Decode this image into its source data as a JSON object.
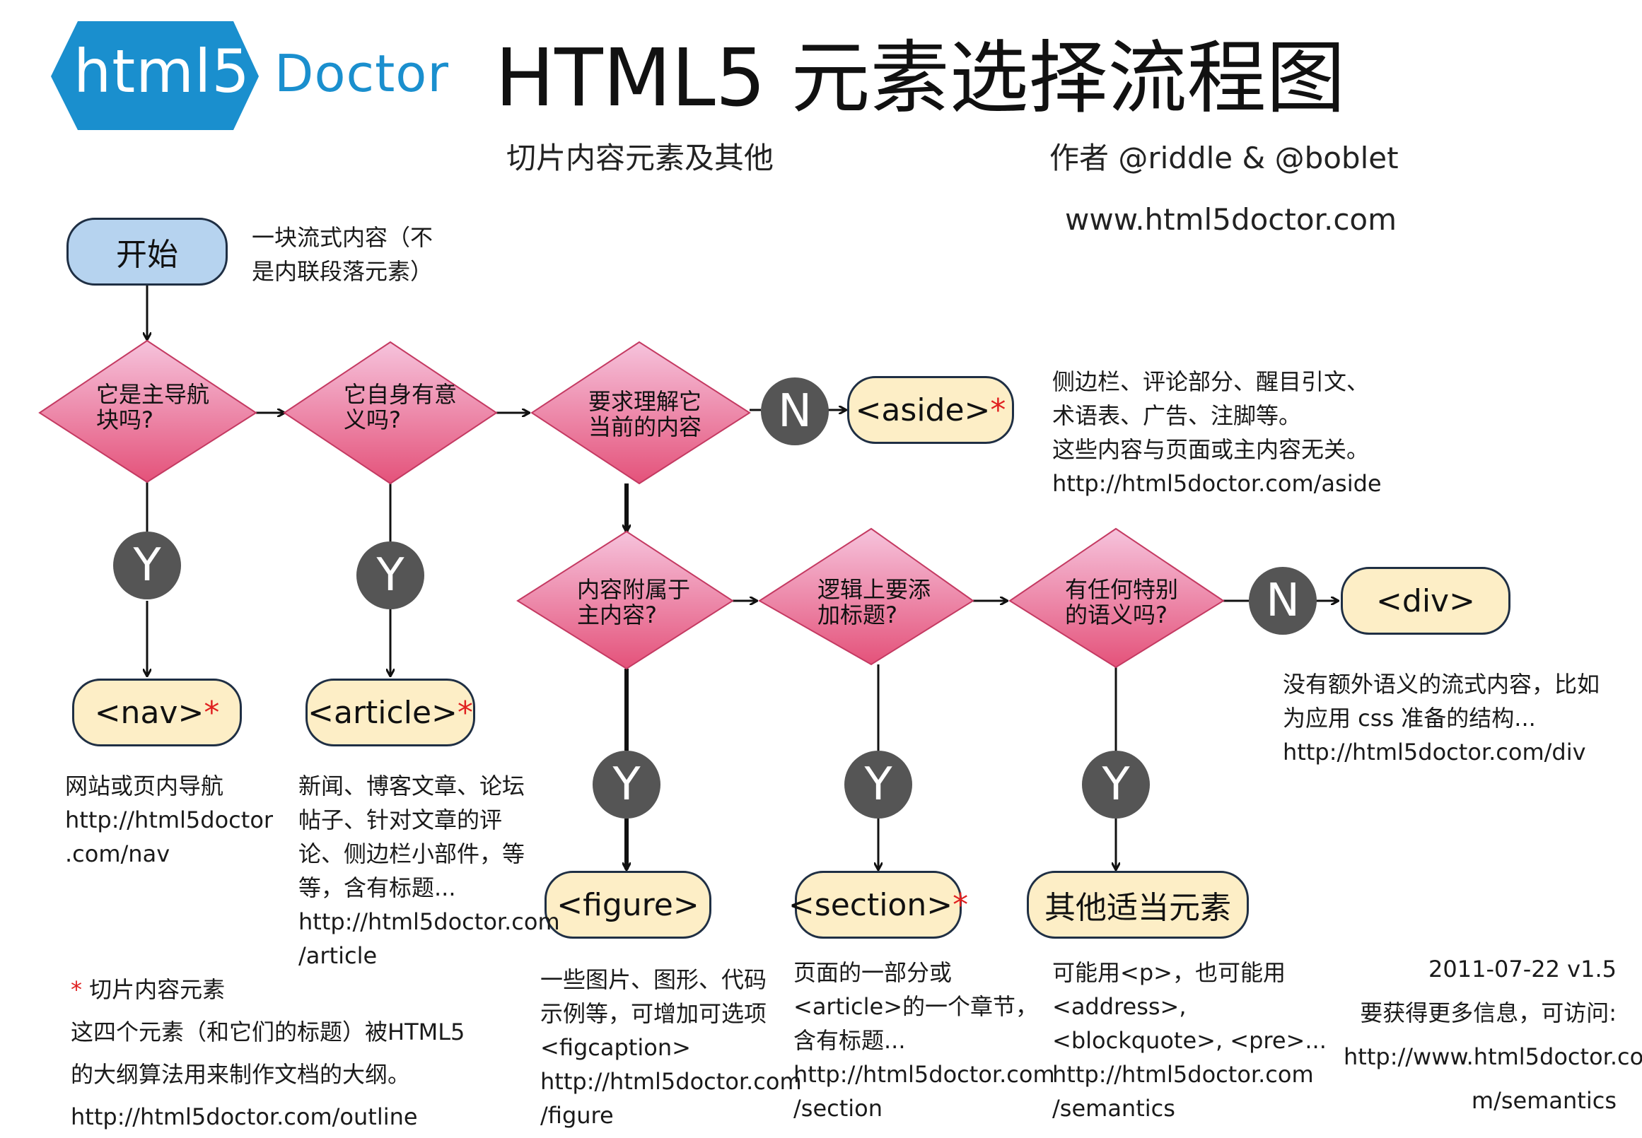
{
  "logo": {
    "badge_text": "html5",
    "doctor_text": "Doctor",
    "badge_color": "#1a8fce"
  },
  "title": "HTML5 元素选择流程图",
  "subtitle_left": "切片内容元素及其他",
  "authors": "作者 @riddle & @boblet",
  "website": "www.html5doctor.com",
  "start": {
    "label": "开始",
    "note": [
      "一块流式内容（不",
      "是内联段落元素）"
    ]
  },
  "decisions": {
    "nav_q": [
      "它是主导航",
      "块吗?"
    ],
    "article_q": [
      "它自身有意",
      "义吗?"
    ],
    "aside_q": [
      "要求理解它",
      "当前的内容"
    ],
    "figure_q": [
      "内容附属于",
      "主内容?"
    ],
    "section_q": [
      "逻辑上要添",
      "加标题?"
    ],
    "semantic_q": [
      "有任何特别",
      "的语义吗?"
    ]
  },
  "answers": {
    "yes": "Y",
    "no": "N"
  },
  "results": {
    "nav": "<nav>",
    "article": "<article>",
    "aside": "<aside>",
    "div": "<div>",
    "figure": "<figure>",
    "section": "<section>",
    "other": "其他适当元素",
    "star": "*"
  },
  "descriptions": {
    "nav": [
      "网站或页内导航",
      "http://html5doctor",
      ".com/nav"
    ],
    "article": [
      "新闻、博客文章、论坛",
      "帖子、针对文章的评",
      "论、侧边栏小部件，等",
      "等，含有标题...",
      "http://html5doctor.com",
      "/article"
    ],
    "aside": [
      "侧边栏、评论部分、醒目引文、",
      "术语表、广告、注脚等。",
      "这些内容与页面或主内容无关。",
      "http://html5doctor.com/aside"
    ],
    "div": [
      "没有额外语义的流式内容，比如",
      "为应用 css 准备的结构...",
      "http://html5doctor.com/div"
    ],
    "figure": [
      "一些图片、图形、代码",
      "示例等，可增加可选项",
      "<figcaption>",
      "http://html5doctor.com",
      "/figure"
    ],
    "section": [
      "页面的一部分或",
      "<article>的一个章节，",
      "含有标题...",
      "http://html5doctor.com",
      "/section"
    ],
    "other": [
      "可能用<p>，也可能用",
      "<address>,",
      "<blockquote>, <pre>...",
      "http://html5doctor.com",
      "/semantics"
    ]
  },
  "footnote": {
    "star": "*",
    "heading": "切片内容元素",
    "lines": [
      "这四个元素（和它们的标题）被HTML5",
      "的大纲算法用来制作文档的大纲。",
      "http://html5doctor.com/outline"
    ]
  },
  "version": {
    "date": "2011-07-22 v1.5",
    "lines": [
      "要获得更多信息，可访问:",
      "http://www.html5doctor.co",
      "m/semantics"
    ]
  },
  "colors": {
    "diamond_top": "#f3b9d6",
    "diamond_bottom": "#e4527a",
    "pill_fill": "#fdeec6",
    "start_fill": "#b6d3ef",
    "circle_fill": "#555555"
  }
}
